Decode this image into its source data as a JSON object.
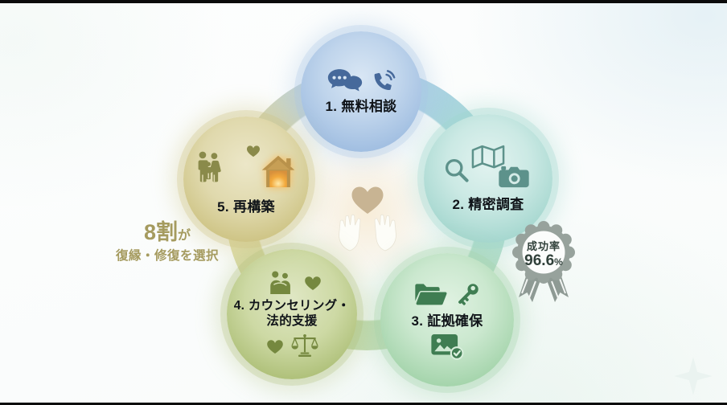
{
  "diagram": {
    "type": "circular-process",
    "center": {
      "icon": "hands-holding-heart-icon",
      "heart_color": "#c8b493",
      "hand_color": "#fdfdf8"
    },
    "ring_colors": [
      "#a9c6e6",
      "#a6d8d1",
      "#b0d8b8",
      "#c9d79f",
      "#e2d79e"
    ]
  },
  "steps": [
    {
      "label": "1. 無料相談",
      "icons": [
        "speech-bubbles-icon",
        "phone-call-icon"
      ],
      "colors": {
        "fill": "#a3c0e2",
        "icon": "#46699b"
      }
    },
    {
      "label": "2. 精密調査",
      "icons": [
        "magnifier-icon",
        "map-icon",
        "camera-icon"
      ],
      "colors": {
        "fill": "#a5d7cf",
        "icon": "#5d928b"
      }
    },
    {
      "label": "3. 証拠確保",
      "icons": [
        "folder-open-icon",
        "key-icon",
        "image-check-icon"
      ],
      "colors": {
        "fill": "#a4d4ab",
        "icon": "#3f7d52"
      }
    },
    {
      "label": "4. カウンセリング・",
      "label2": "法的支援",
      "icons": [
        "hug-icon",
        "heart-icon",
        "heart-icon",
        "scales-icon"
      ],
      "colors": {
        "fill": "#adbf77",
        "icon": "#75883f"
      }
    },
    {
      "label": "5. 再構築",
      "icons": [
        "family-icon",
        "heart-icon",
        "house-glow-icon"
      ],
      "colors": {
        "fill": "#cdc383",
        "icon": "#8a8a4a",
        "house_glow": "#f2a93c"
      }
    }
  ],
  "stat": {
    "value": "8割",
    "particle": "が",
    "line2": "復縁・修復を選択",
    "color": "#a59b5f"
  },
  "badge": {
    "label": "成功率",
    "value": "96.6",
    "unit": "%",
    "ribbon_color": "#97a29c"
  },
  "decor": {
    "sparkle": "four-point-star-icon"
  }
}
